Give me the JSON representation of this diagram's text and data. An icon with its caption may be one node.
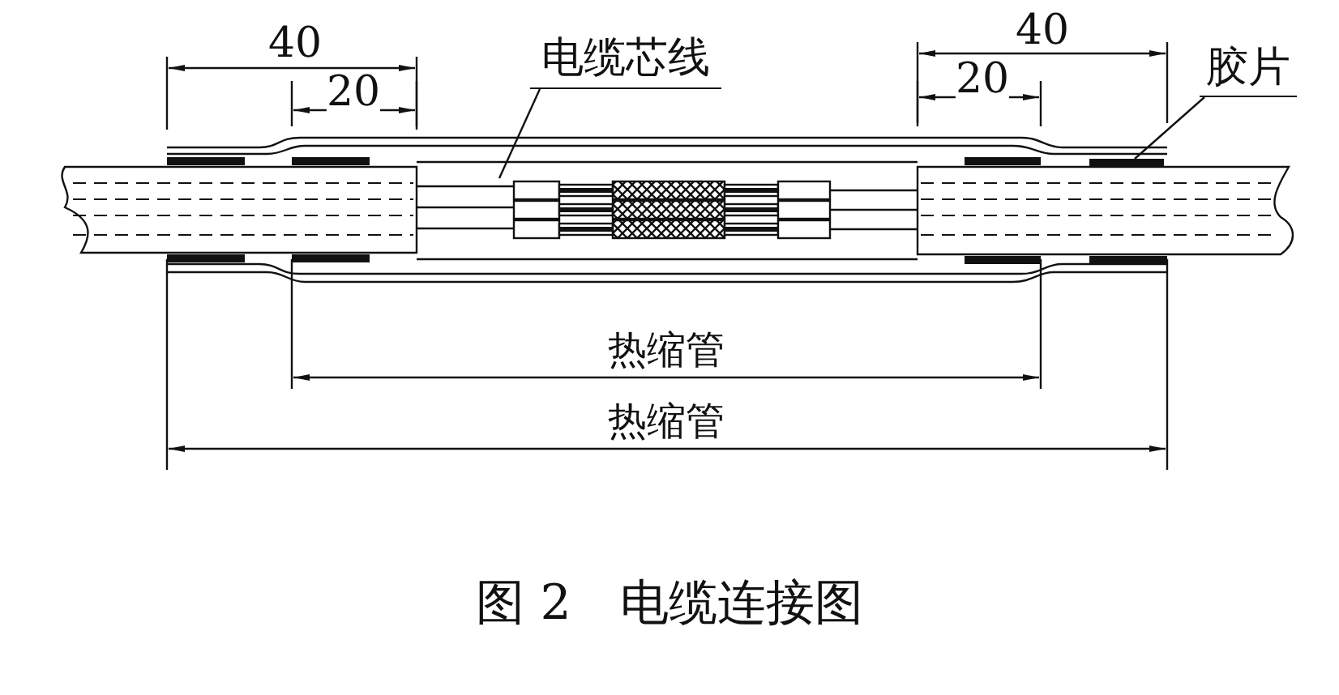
{
  "diagram": {
    "caption": "图 2　电缆连接图",
    "nodes": [
      {
        "text": [
          "电缆芯线"
        ]
      },
      {
        "text": [
          "胶片"
        ]
      },
      {
        "text": [],
        "shape": "picture"
      },
      {
        "text": [],
        "shape": "bar"
      }
    ],
    "edges": [
      {
        "from": 0,
        "to": 2,
        "arrow": "none"
      },
      {
        "from": 1,
        "to": 3,
        "arrow": "none"
      }
    ],
    "labels": [
      "40",
      "20",
      "40",
      "20",
      "热缩管",
      "热缩管"
    ]
  }
}
